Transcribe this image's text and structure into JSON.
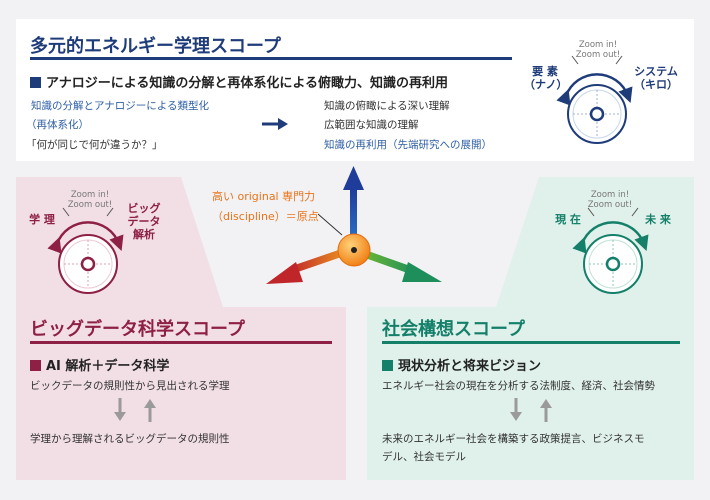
{
  "colors": {
    "navy": "#1f3c7a",
    "blue_text": "#2f5fa5",
    "crimson": "#8e1f45",
    "teal": "#14806a",
    "orange": "#f08a1c",
    "pink_bg": "#f2dfe6",
    "green_bg": "#e0f0ea"
  },
  "top": {
    "title": "多元的エネルギー学理スコープ",
    "subhead": "アナロジーによる知識の分解と再体系化による俯瞰力、知識の再利用",
    "left_lines": [
      "知識の分解とアナロジーによる類型化",
      "（再体系化）",
      "「何が同じで何が違うか？」"
    ],
    "right_lines": [
      "知識の俯瞰による深い理解",
      "広範囲な知識の理解",
      "知識の再利用（先端研究への展開）"
    ],
    "arrow_icon": "right-arrow-icon",
    "dial": {
      "left_label_1": "要 素",
      "left_label_2": "（ナノ）",
      "right_label_1": "システム",
      "right_label_2": "（キロ）",
      "zoom_in": "Zoom in!",
      "zoom_out": "Zoom out!"
    }
  },
  "center": {
    "label_1": "高い original 専門力",
    "label_2": "（discipline）＝原点"
  },
  "bigdata": {
    "title": "ビッグデータ科学スコープ",
    "subhead": "AI 解析＋データ科学",
    "line_1": "ビックデータの規則性から見出される学理",
    "line_2": "学理から理解されるビッグデータの規則性",
    "dial": {
      "left_label": "学 理",
      "right_label_1": "ビッグ",
      "right_label_2": "データ",
      "right_label_3": "解析",
      "zoom_in": "Zoom in!",
      "zoom_out": "Zoom out!"
    }
  },
  "social": {
    "title": "社会構想スコープ",
    "subhead": "現状分析と将来ビジョン",
    "line_1": "エネルギー社会の現在を分析する法制度、経済、社会情勢",
    "line_2": "未来のエネルギー社会を構築する政策提言、ビジネスモ",
    "line_3": "デル、社会モデル",
    "dial": {
      "left_label": "現 在",
      "right_label": "未 来",
      "zoom_in": "Zoom in!",
      "zoom_out": "Zoom out!"
    }
  }
}
